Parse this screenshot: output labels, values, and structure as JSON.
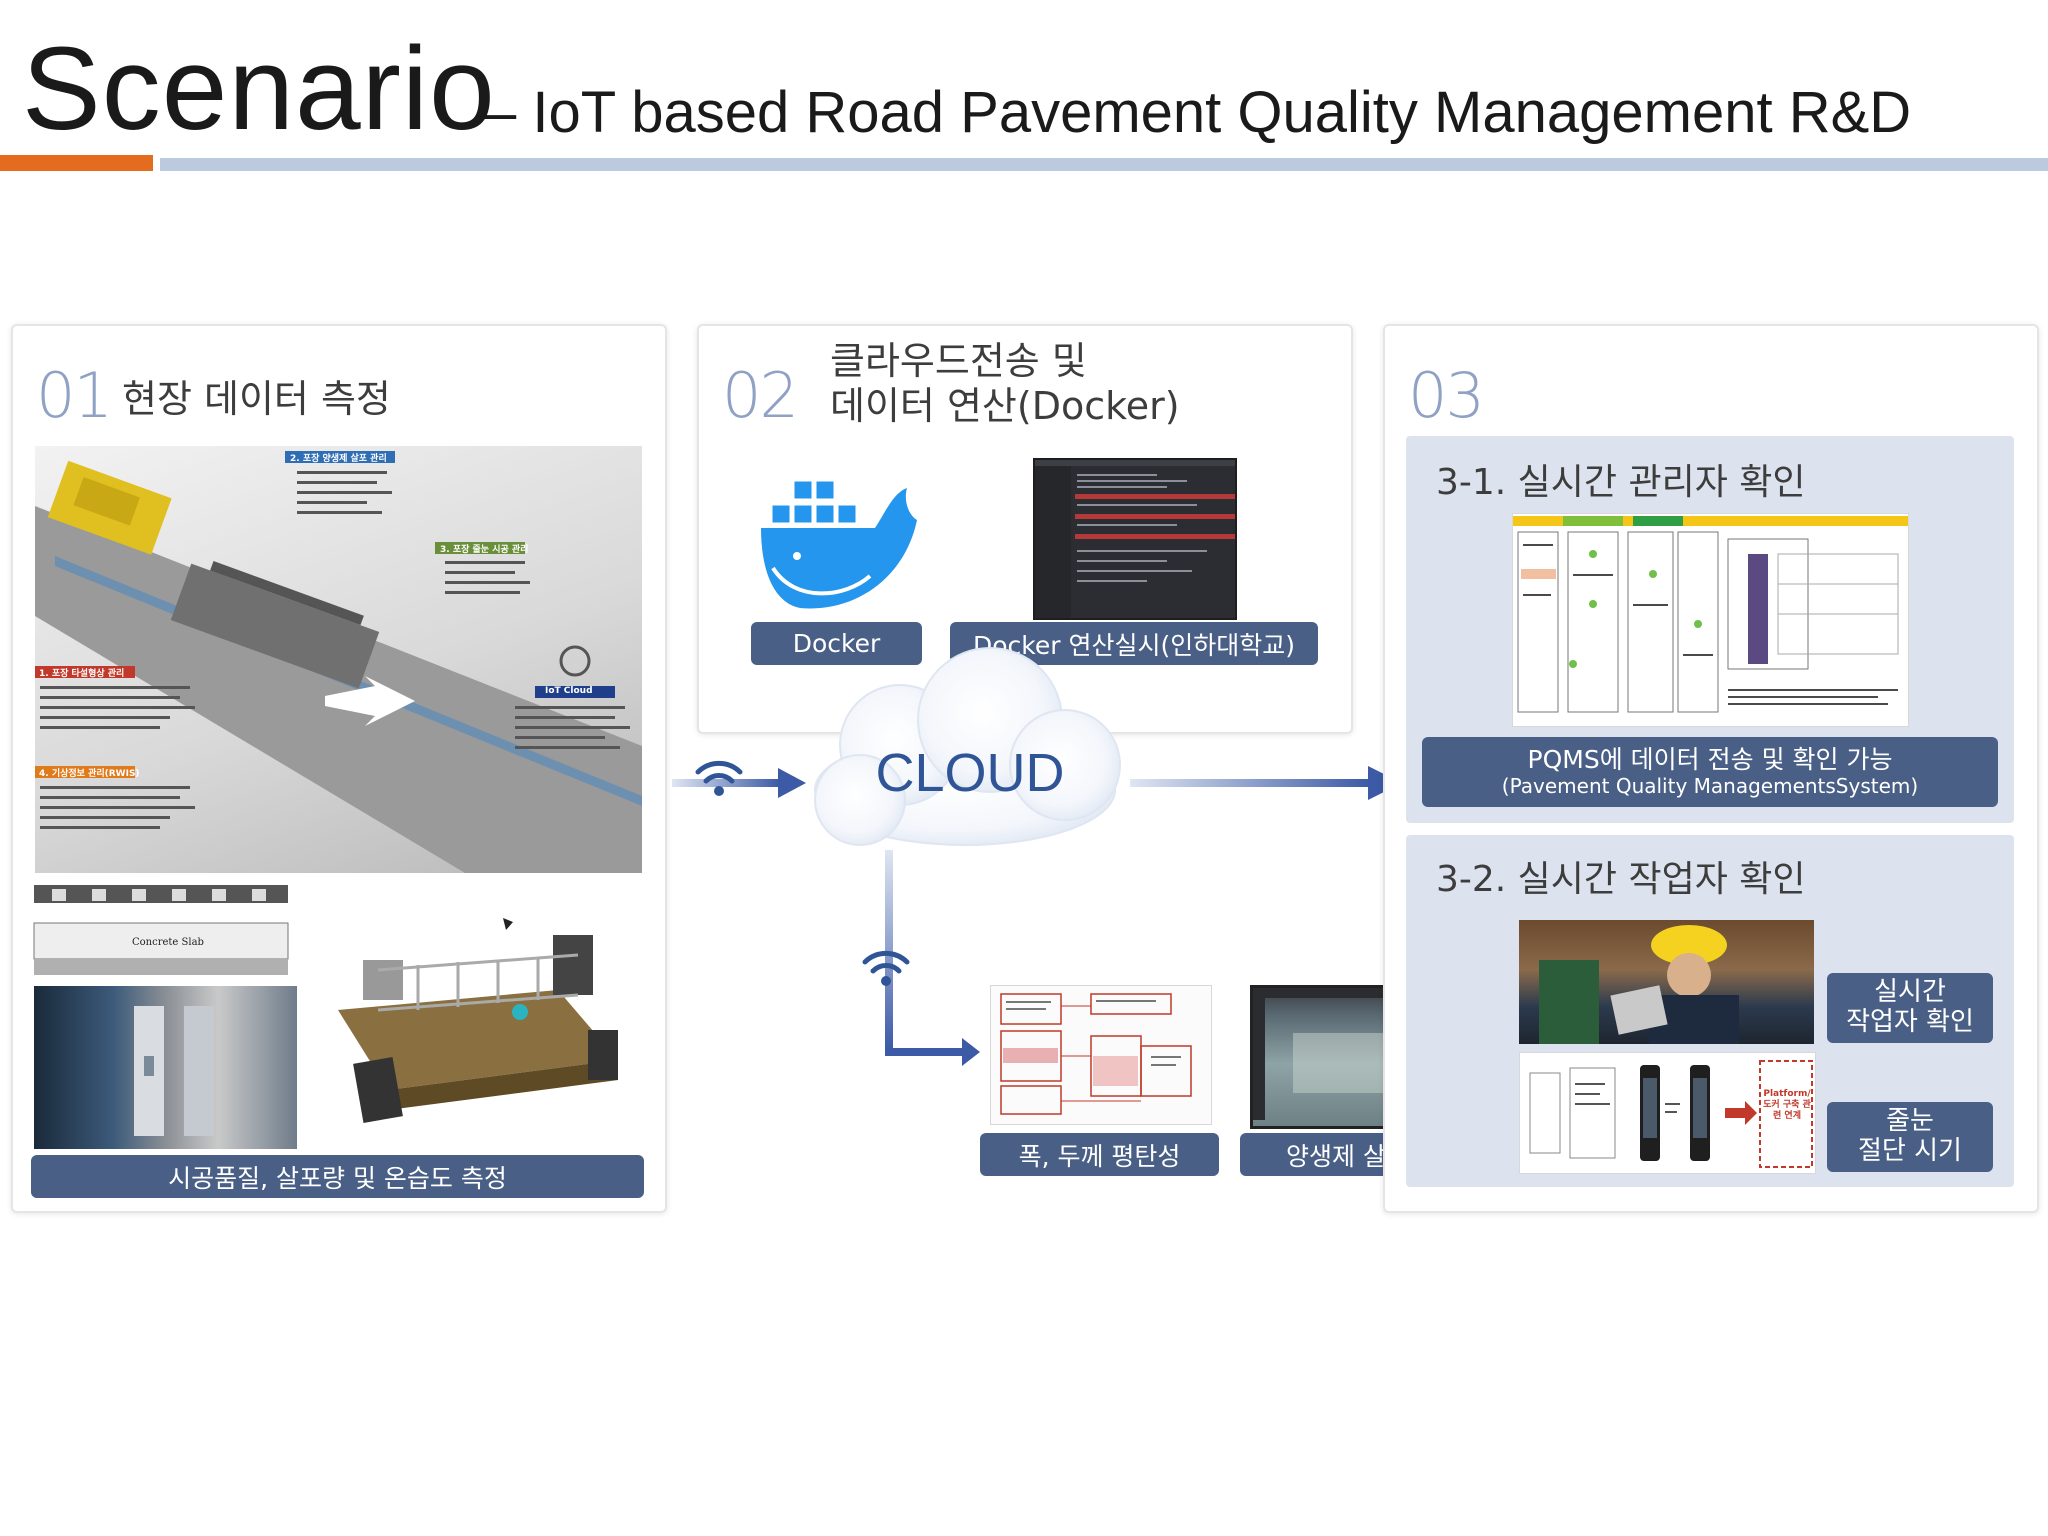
{
  "header": {
    "title": "Scenario",
    "subtitle": "– IoT based Road Pavement Quality Management R&D"
  },
  "step1": {
    "number": "01",
    "title": "현장 데이터 측정",
    "caption": "시공품질, 살포량 및 온습도 측정",
    "road_labels": [
      "2. 포장 양생제 살포 관리",
      "3. 포장 줄눈 시공 관리",
      "1. 포장 타설형상 관리",
      "4. 기상정보 관리(RWIS)",
      "IoT Cloud"
    ],
    "slab_label": "Concrete Slab"
  },
  "step2": {
    "number": "02",
    "title_line1": "클라우드전송 및",
    "title_line2": "데이터 연산(Docker)",
    "docker_label": "Docker",
    "docker_run_label": "Docker 연산실시(인하대학교)"
  },
  "cloud": {
    "label": "CLOUD"
  },
  "outputs": {
    "flatness_label": "폭, 두께 평탄성",
    "curing_label": "양생제 살포량"
  },
  "step3": {
    "number": "03",
    "sub1_title": "3-1. 실시간 관리자 확인",
    "sub1_caption_line1": "PQMS에 데이터 전송 및 확인 가능",
    "sub1_caption_line2": "(Pavement Quality ManagementsSystem)",
    "sub2_title": "3-2. 실시간 작업자 확인",
    "worker_btn_line1": "실시간",
    "worker_btn_line2": "작업자 확인",
    "joint_btn_line1": "줄눈",
    "joint_btn_line2": "절단 시기",
    "platform_label": "Platform/ 도커 구축 관련 연계"
  },
  "colors": {
    "accent_orange": "#e46c1e",
    "rule_blue": "#bccae0",
    "navy": "#4a5f86",
    "arrow_blue": "#3c5aa6",
    "cloud_text": "#2f5597"
  }
}
